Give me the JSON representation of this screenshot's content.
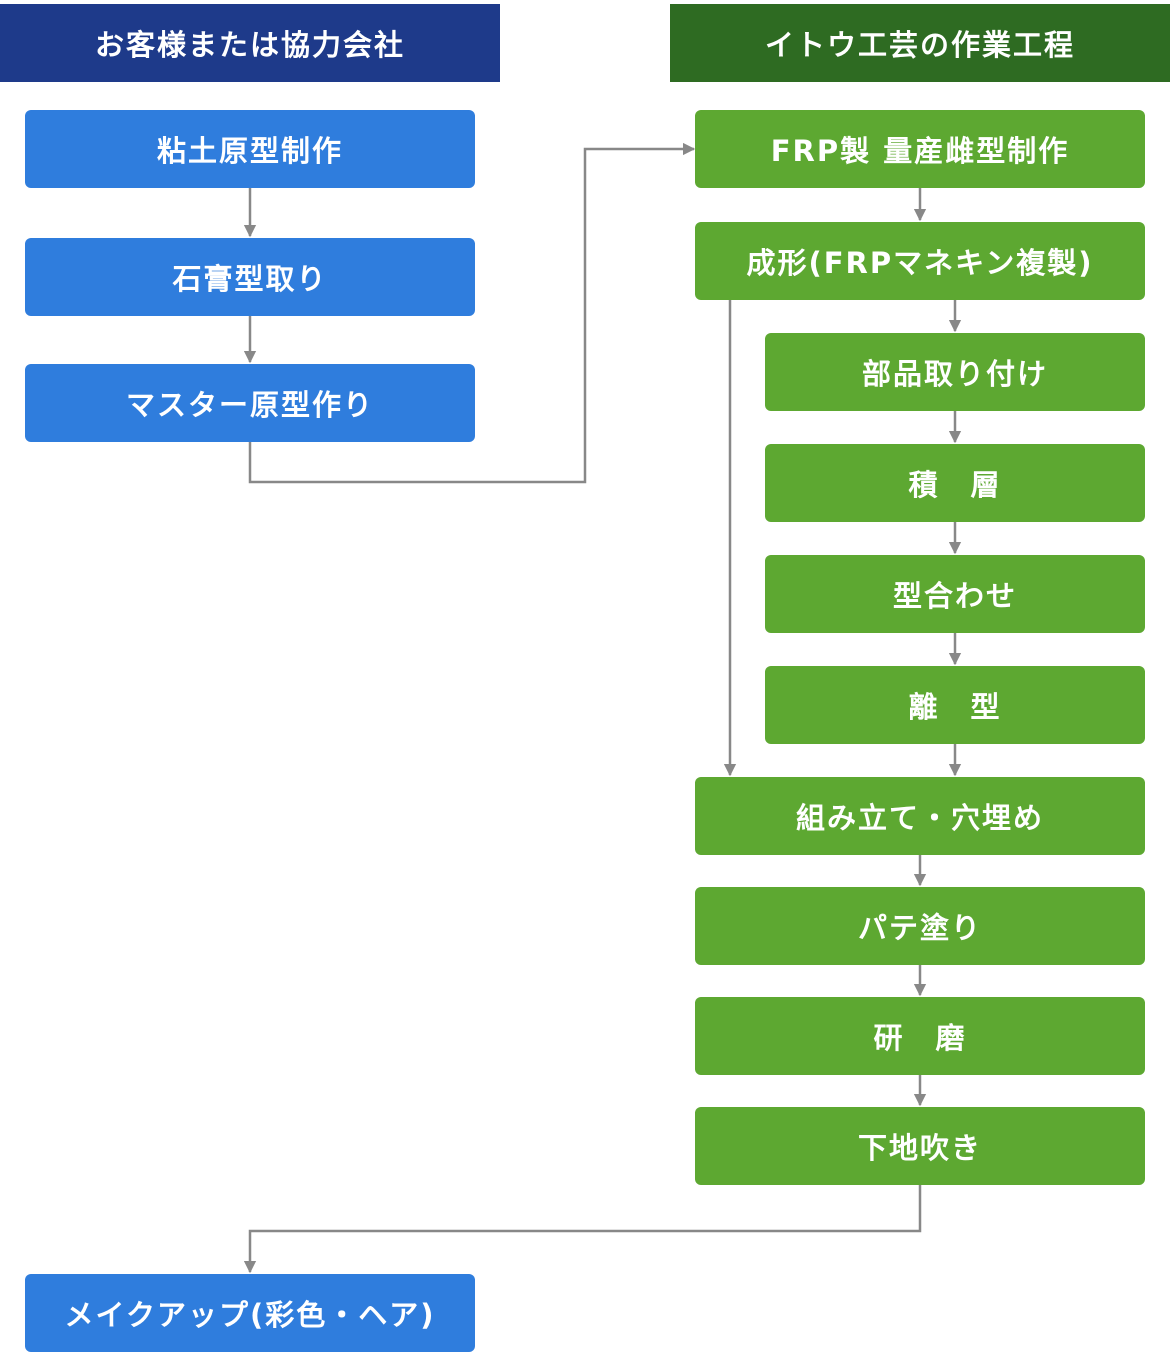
{
  "headers": {
    "customer": "お客様または協力会社",
    "ito": "イトウ工芸の作業工程"
  },
  "colors": {
    "customer_header": "#1e3a8a",
    "ito_header": "#2e6b22",
    "customer_box": "#2f7ddd",
    "ito_box": "#5da831",
    "connector": "#888888"
  },
  "customer_steps": [
    "粘土原型制作",
    "石膏型取り",
    "マスター原型作り"
  ],
  "ito_steps": {
    "mold": "FRP製 量産雌型制作",
    "forming": "成形(FRPマネキン複製)",
    "forming_substeps": [
      "部品取り付け",
      "積　層",
      "型合わせ",
      "離　型"
    ],
    "after": [
      "組み立て・穴埋め",
      "パテ塗り",
      "研　磨",
      "下地吹き"
    ]
  },
  "final_step": "メイクアップ(彩色・ヘア)"
}
